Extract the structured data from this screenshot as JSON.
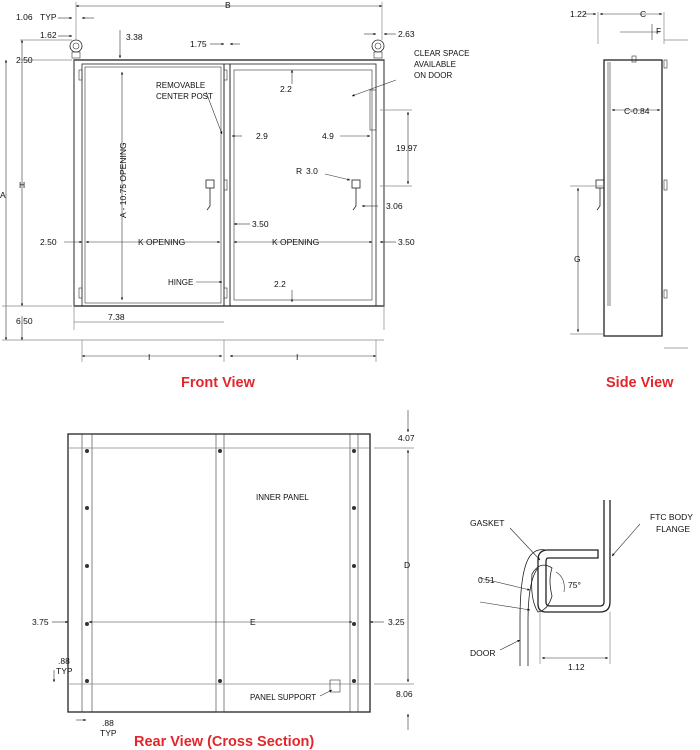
{
  "views": {
    "front_title": "Front View",
    "side_title": "Side View",
    "rear_title": "Rear View (Cross Section)"
  },
  "front": {
    "dim_b": "B",
    "dim_106": "1.06",
    "typ": "TYP",
    "dim_162": "1.62",
    "dim_338": "3.38",
    "dim_175": "1.75",
    "dim_263": "2.63",
    "dim_250_top": "2.50",
    "dim_a": "A",
    "dim_h": "H",
    "dim_650": "6.50",
    "dim_738": "7.38",
    "dim_i_left": "I",
    "dim_i_right": "I",
    "dim_22_top": "2.2",
    "dim_22_bottom": "2.2",
    "dim_29": "2.9",
    "dim_49": "4.9",
    "dim_1997": "19.97",
    "dim_r": "R",
    "dim_30": "3.0",
    "dim_306": "3.06",
    "dim_350_mid": "3.50",
    "dim_350_right": "3.50",
    "dim_250_left": "2.50",
    "k_opening_left": "K OPENING",
    "k_opening_right": "K OPENING",
    "a_opening": "A - 10.75 OPENING",
    "removable_1": "REMOVABLE",
    "removable_2": "CENTER POST",
    "clear_1": "CLEAR SPACE",
    "clear_2": "AVAILABLE",
    "clear_3": "ON DOOR",
    "hinge": "HINGE"
  },
  "side": {
    "dim_122": "1.22",
    "dim_c": "C",
    "dim_f": "F",
    "dim_c084": "C-0.84",
    "dim_g": "G"
  },
  "rear": {
    "dim_407": "4.07",
    "inner_panel": "INNER PANEL",
    "dim_d": "D",
    "dim_375": "3.75",
    "dim_e": "E",
    "dim_325": "3.25",
    "dim_88_left": ".88",
    "typ_left": "TYP",
    "dim_88_bottom": ".88",
    "typ_bottom": "TYP",
    "dim_806": "8.06",
    "panel_support": "PANEL SUPPORT"
  },
  "section": {
    "gasket": "GASKET",
    "ftc_1": "FTC BODY",
    "ftc_2": "FLANGE",
    "dim_051": "0.51",
    "dim_75": "75°",
    "door": "DOOR",
    "dim_112": "1.12"
  }
}
